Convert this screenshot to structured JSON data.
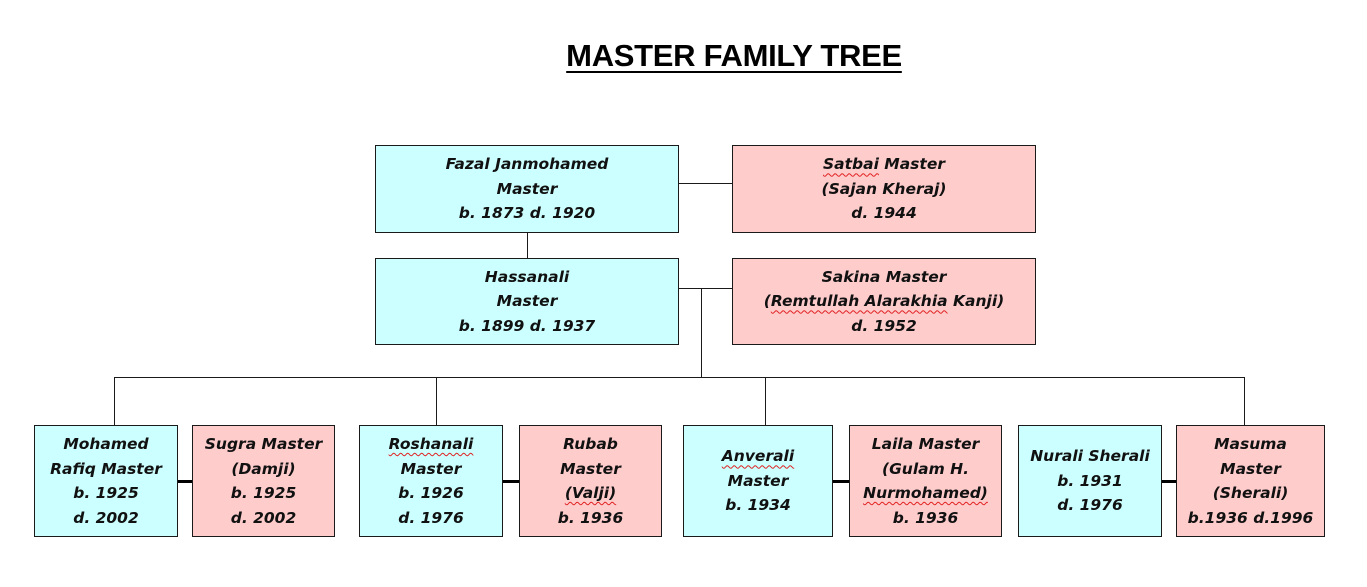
{
  "title": "MASTER FAMILY TREE",
  "colors": {
    "male_box": "#ccffff",
    "female_box": "#ffcccc",
    "spellcheck_underline": "#e02020"
  },
  "generation_1": {
    "husband": {
      "lines": [
        "Fazal Janmohamed",
        "Master",
        "b. 1873  d. 1920"
      ]
    },
    "wife": {
      "lines": [
        "Satbai Master",
        "(Sajan Kheraj)",
        "d. 1944"
      ]
    }
  },
  "generation_2": {
    "husband": {
      "lines": [
        "Hassanali",
        "Master",
        "b. 1899  d. 1937"
      ]
    },
    "wife": {
      "lines": [
        "Sakina Master",
        "(Remtullah Alarakhia Kanji)",
        "d. 1952"
      ]
    }
  },
  "generation_3": [
    {
      "child": {
        "lines": [
          "Mohamed",
          "Rafiq Master",
          "b. 1925",
          "d. 2002"
        ]
      },
      "spouse": {
        "lines": [
          "Sugra Master",
          "(Damji)",
          "b. 1925",
          "d. 2002"
        ]
      }
    },
    {
      "child": {
        "lines": [
          "Roshanali",
          "Master",
          "b. 1926",
          "d. 1976"
        ]
      },
      "spouse": {
        "lines": [
          "Rubab",
          "Master",
          "(Valji)",
          "b. 1936"
        ]
      }
    },
    {
      "child": {
        "lines": [
          "Anverali",
          "Master",
          "b. 1934"
        ]
      },
      "spouse": {
        "lines": [
          "Laila Master",
          "(Gulam H.",
          "Nurmohamed)",
          "b. 1936"
        ]
      }
    },
    {
      "spouse": {
        "lines": [
          "Nurali Sherali",
          "b. 1931",
          "d. 1976"
        ]
      },
      "child": {
        "lines": [
          "Masuma",
          "Master",
          "(Sherali)",
          "b.1936  d.1996"
        ]
      }
    }
  ]
}
